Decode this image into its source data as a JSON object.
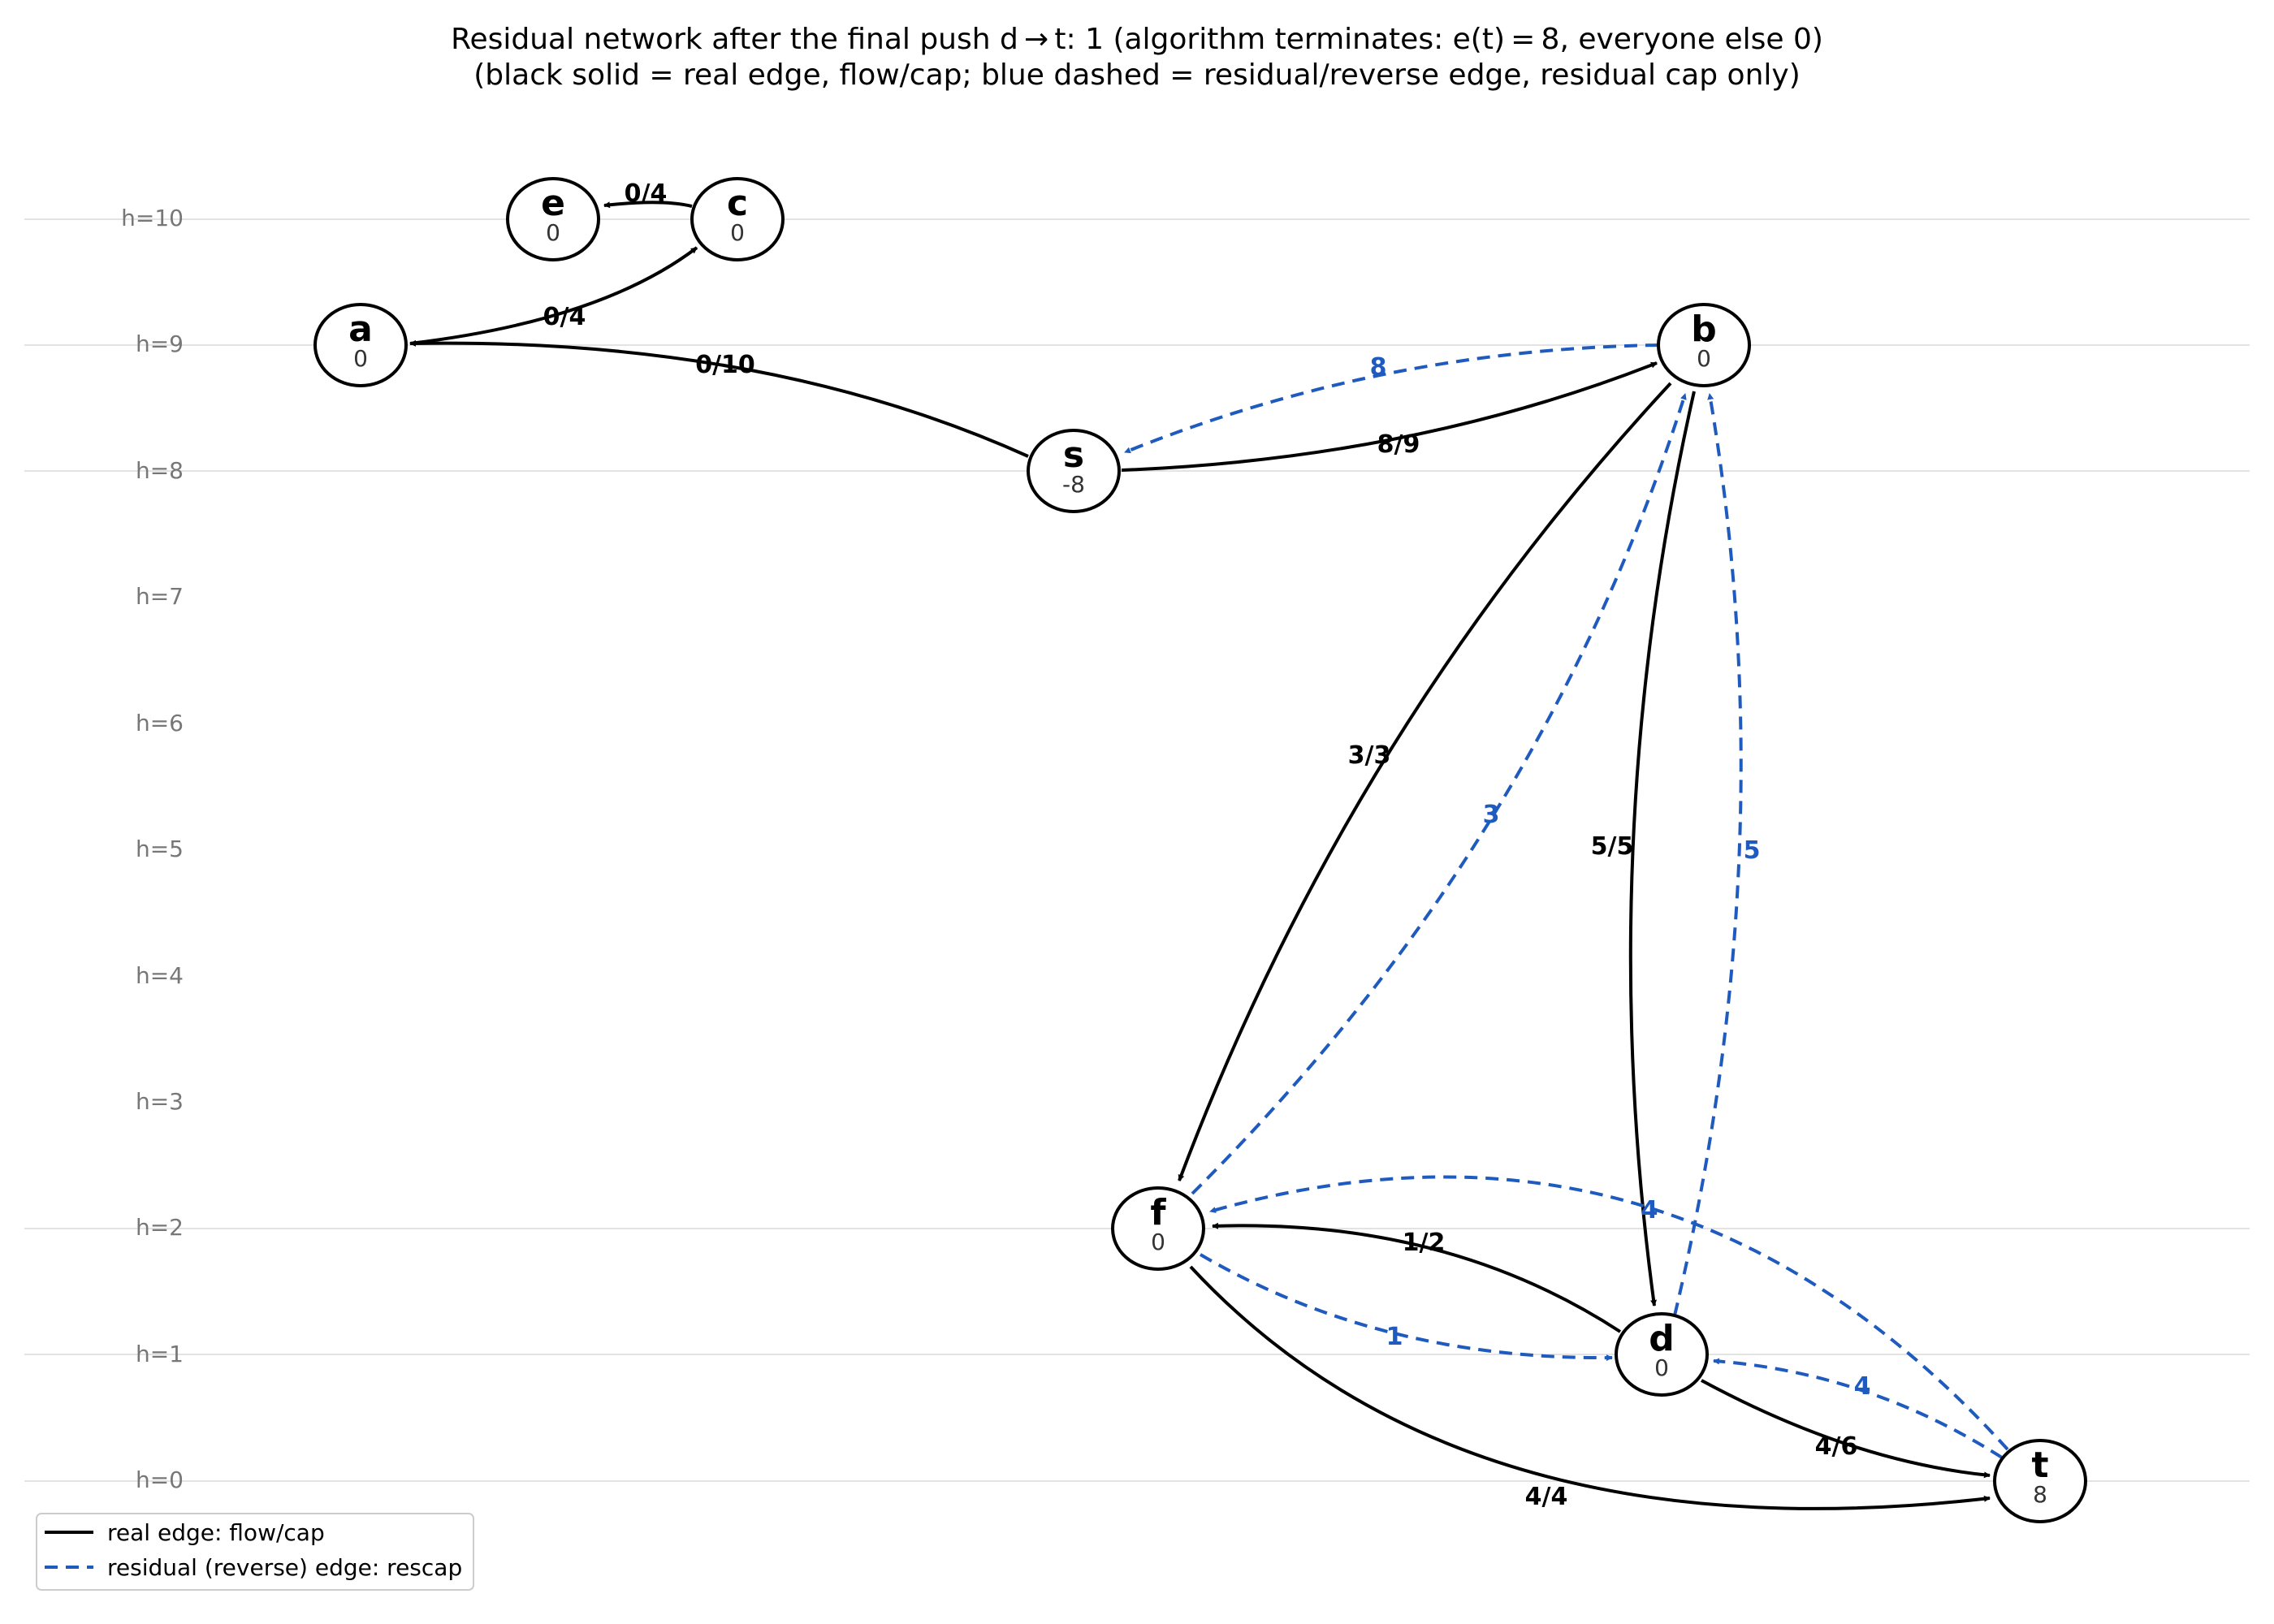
{
  "title": {
    "line1": "Residual network after the final push d → t: 1 (algorithm terminates: e(t) = 8, everyone else 0)",
    "line2": "(black solid = real edge, flow/cap; blue dashed = residual/reverse edge, residual cap only)"
  },
  "levels": [
    "h=10",
    "h=9",
    "h=8",
    "h=7",
    "h=6",
    "h=5",
    "h=4",
    "h=3",
    "h=2",
    "h=1",
    "h=0"
  ],
  "colors": {
    "real": "#000000",
    "residual": "#1f5bbf",
    "grid": "#e3e3e3"
  },
  "nodes": {
    "e": {
      "label": "e",
      "excess": "0"
    },
    "c": {
      "label": "c",
      "excess": "0"
    },
    "a": {
      "label": "a",
      "excess": "0"
    },
    "b": {
      "label": "b",
      "excess": "0"
    },
    "s": {
      "label": "s",
      "excess": "-8"
    },
    "f": {
      "label": "f",
      "excess": "0"
    },
    "d": {
      "label": "d",
      "excess": "0"
    },
    "t": {
      "label": "t",
      "excess": "8"
    }
  },
  "edges": {
    "c_e": "0/4",
    "a_c": "0/4",
    "s_a": "0/10",
    "s_b": "8/9",
    "b_s_res": "8",
    "b_f": "3/3",
    "f_b_res": "3",
    "b_d": "5/5",
    "d_b_res": "5",
    "t_f_res": "4",
    "d_f": "1/2",
    "f_d_res": "1",
    "t_d_res": "4",
    "d_t": "4/6",
    "f_t": "4/4"
  },
  "legend": {
    "real": "real edge: flow/cap",
    "residual": "residual (reverse) edge: rescap"
  }
}
